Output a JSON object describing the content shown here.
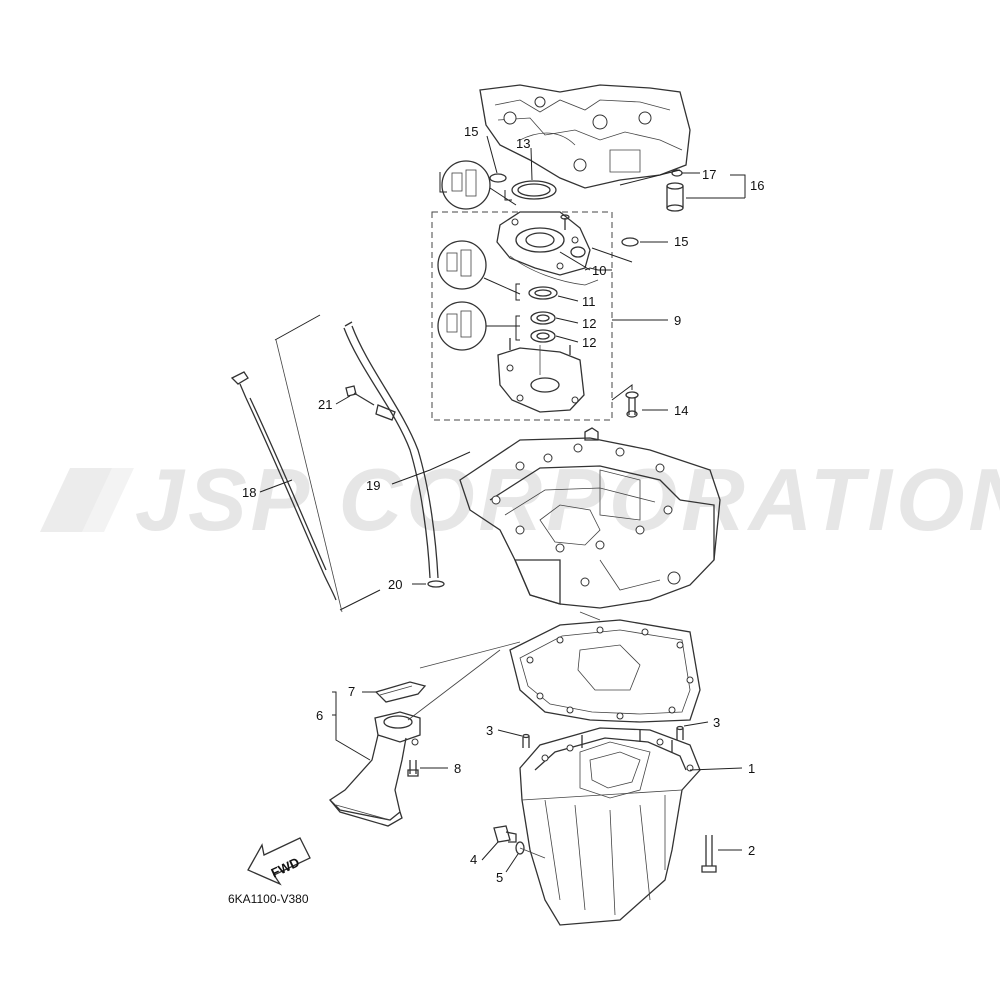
{
  "watermark": "JSP CORPORATION",
  "diagram_code": "6KA1100-V380",
  "fwd_label": "FWD",
  "callouts": [
    "1",
    "2",
    "3",
    "3",
    "4",
    "5",
    "6",
    "7",
    "8",
    "9",
    "10",
    "11",
    "12",
    "12",
    "13",
    "14",
    "15",
    "15",
    "16",
    "17",
    "18",
    "19",
    "20",
    "21"
  ]
}
